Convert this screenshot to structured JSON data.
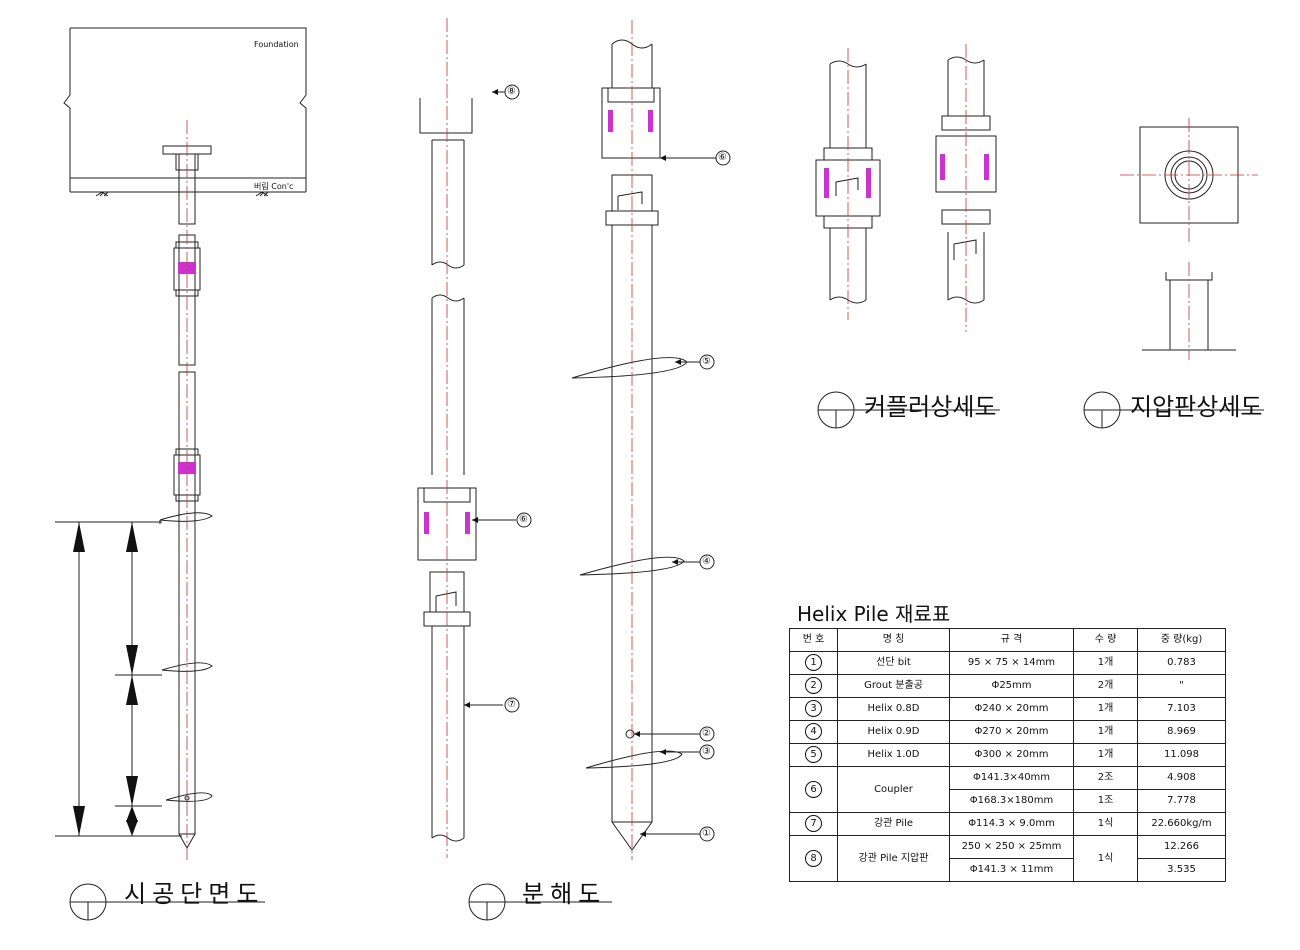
{
  "labels": {
    "foundation": "Foundation",
    "concrete": "버림 Con'c"
  },
  "titles": {
    "section": "시공단면도",
    "exploded": "분해도",
    "coupler_detail": "커플러상세도",
    "cap_detail": "지압판상세도"
  },
  "callouts": {
    "exploded": [
      "⑧",
      "⑥",
      "⑦"
    ],
    "assembly": [
      "⑥",
      "⑤",
      "④",
      "②",
      "③",
      "①"
    ]
  },
  "colors": {
    "accent_weld": "#cc33cc",
    "centerline": "#cc3333",
    "line": "#222222"
  },
  "table": {
    "title": "Helix Pile 재료표",
    "headers": [
      "번 호",
      "명    칭",
      "규    격",
      "수  량",
      "중  량(kg)"
    ],
    "rows": [
      {
        "no": "1",
        "name": "선단 bit",
        "spec": "95 × 75 × 14mm",
        "qty": "1개",
        "weight": "0.783"
      },
      {
        "no": "2",
        "name": "Grout 분출공",
        "spec": "Φ25mm",
        "qty": "2개",
        "weight": "\""
      },
      {
        "no": "3",
        "name": "Helix  0.8D",
        "spec": "Φ240 × 20mm",
        "qty": "1개",
        "weight": "7.103"
      },
      {
        "no": "4",
        "name": "Helix  0.9D",
        "spec": "Φ270 × 20mm",
        "qty": "1개",
        "weight": "8.969"
      },
      {
        "no": "5",
        "name": "Helix  1.0D",
        "spec": "Φ300 × 20mm",
        "qty": "1개",
        "weight": "11.098"
      },
      {
        "no": "6",
        "name": "Coupler",
        "spec": "Φ141.3×40mm",
        "qty": "2조",
        "weight": "4.908",
        "spec2": "Φ168.3×180mm",
        "qty2": "1조",
        "weight2": "7.778"
      },
      {
        "no": "7",
        "name": "강관 Pile",
        "spec": "Φ114.3 × 9.0mm",
        "qty": "1식",
        "weight": "22.660kg/m"
      },
      {
        "no": "8",
        "name": "강관 Pile 지압판",
        "spec": "250 × 250 × 25mm",
        "qty": "1식",
        "weight": "12.266",
        "spec2": "Φ141.3 × 11mm",
        "weight2": "3.535"
      }
    ]
  }
}
